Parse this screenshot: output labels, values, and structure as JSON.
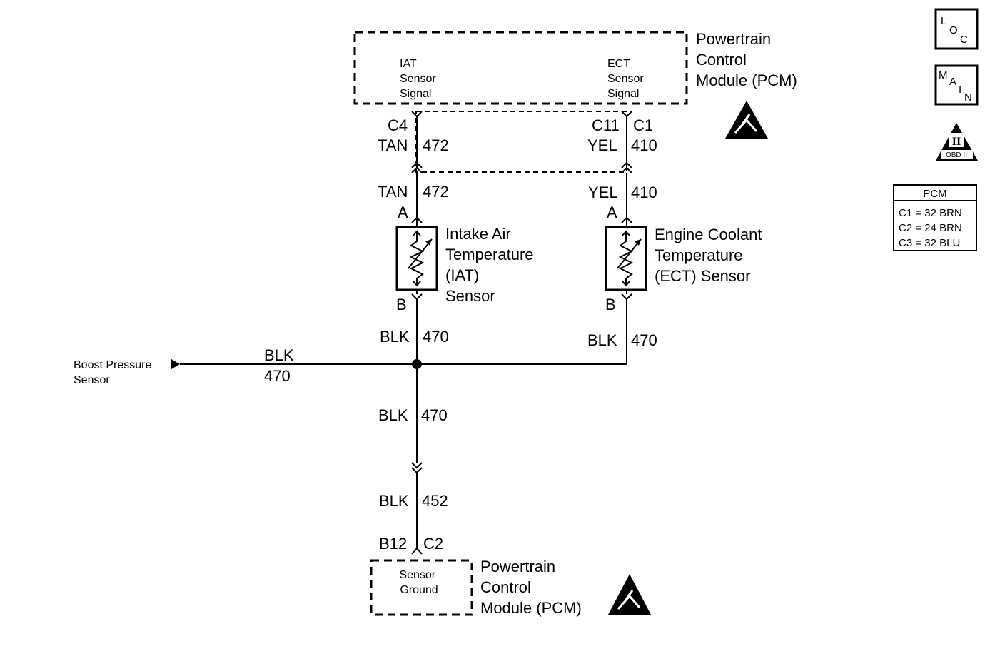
{
  "pcm_top": {
    "title_lines": [
      "Powertrain",
      "Control",
      "Module (PCM)"
    ],
    "iat_signal": [
      "IAT",
      "Sensor",
      "Signal"
    ],
    "ect_signal": [
      "ECT",
      "Sensor",
      "Signal"
    ]
  },
  "iat_circuit": {
    "pcm_connector": "C4",
    "wire_color_upper": "TAN",
    "circuit_upper": "472",
    "wire_color_lower": "TAN",
    "circuit_lower": "472",
    "terminal_a": "A",
    "terminal_b": "B",
    "ground_color": "BLK",
    "ground_circuit": "470"
  },
  "ect_circuit": {
    "pcm_pin": "C11",
    "pcm_connector": "C1",
    "wire_color_upper": "YEL",
    "circuit_upper": "410",
    "wire_color_lower": "YEL",
    "circuit_lower": "410",
    "terminal_a": "A",
    "terminal_b": "B",
    "ground_color": "BLK",
    "ground_circuit": "470"
  },
  "iat_sensor": {
    "label_lines": [
      "Intake Air",
      "Temperature",
      "(IAT)",
      "Sensor"
    ]
  },
  "ect_sensor": {
    "label_lines": [
      "Engine Coolant",
      "Temperature",
      "(ECT) Sensor"
    ]
  },
  "boost": {
    "label_lines": [
      "Boost Pressure",
      "Sensor"
    ],
    "wire_color": "BLK",
    "circuit": "470"
  },
  "ground_run": {
    "upper_color": "BLK",
    "upper_circuit": "470",
    "lower_color": "BLK",
    "lower_circuit": "452",
    "pcm_pin": "B12",
    "pcm_connector": "C2"
  },
  "pcm_bottom": {
    "sensor_ground": [
      "Sensor",
      "Ground"
    ],
    "title_lines": [
      "Powertrain",
      "Control",
      "Module (PCM)"
    ]
  },
  "icons": {
    "loc_letters": [
      "L",
      "O",
      "C"
    ],
    "main_letters": [
      "M",
      "A",
      "I",
      "N"
    ],
    "obd_numeral": "II",
    "obd_label": "OBD II"
  },
  "pcm_table": {
    "header": "PCM",
    "rows": [
      "C1 = 32 BRN",
      "C2 = 24 BRN",
      "C3 = 32 BLU"
    ]
  }
}
